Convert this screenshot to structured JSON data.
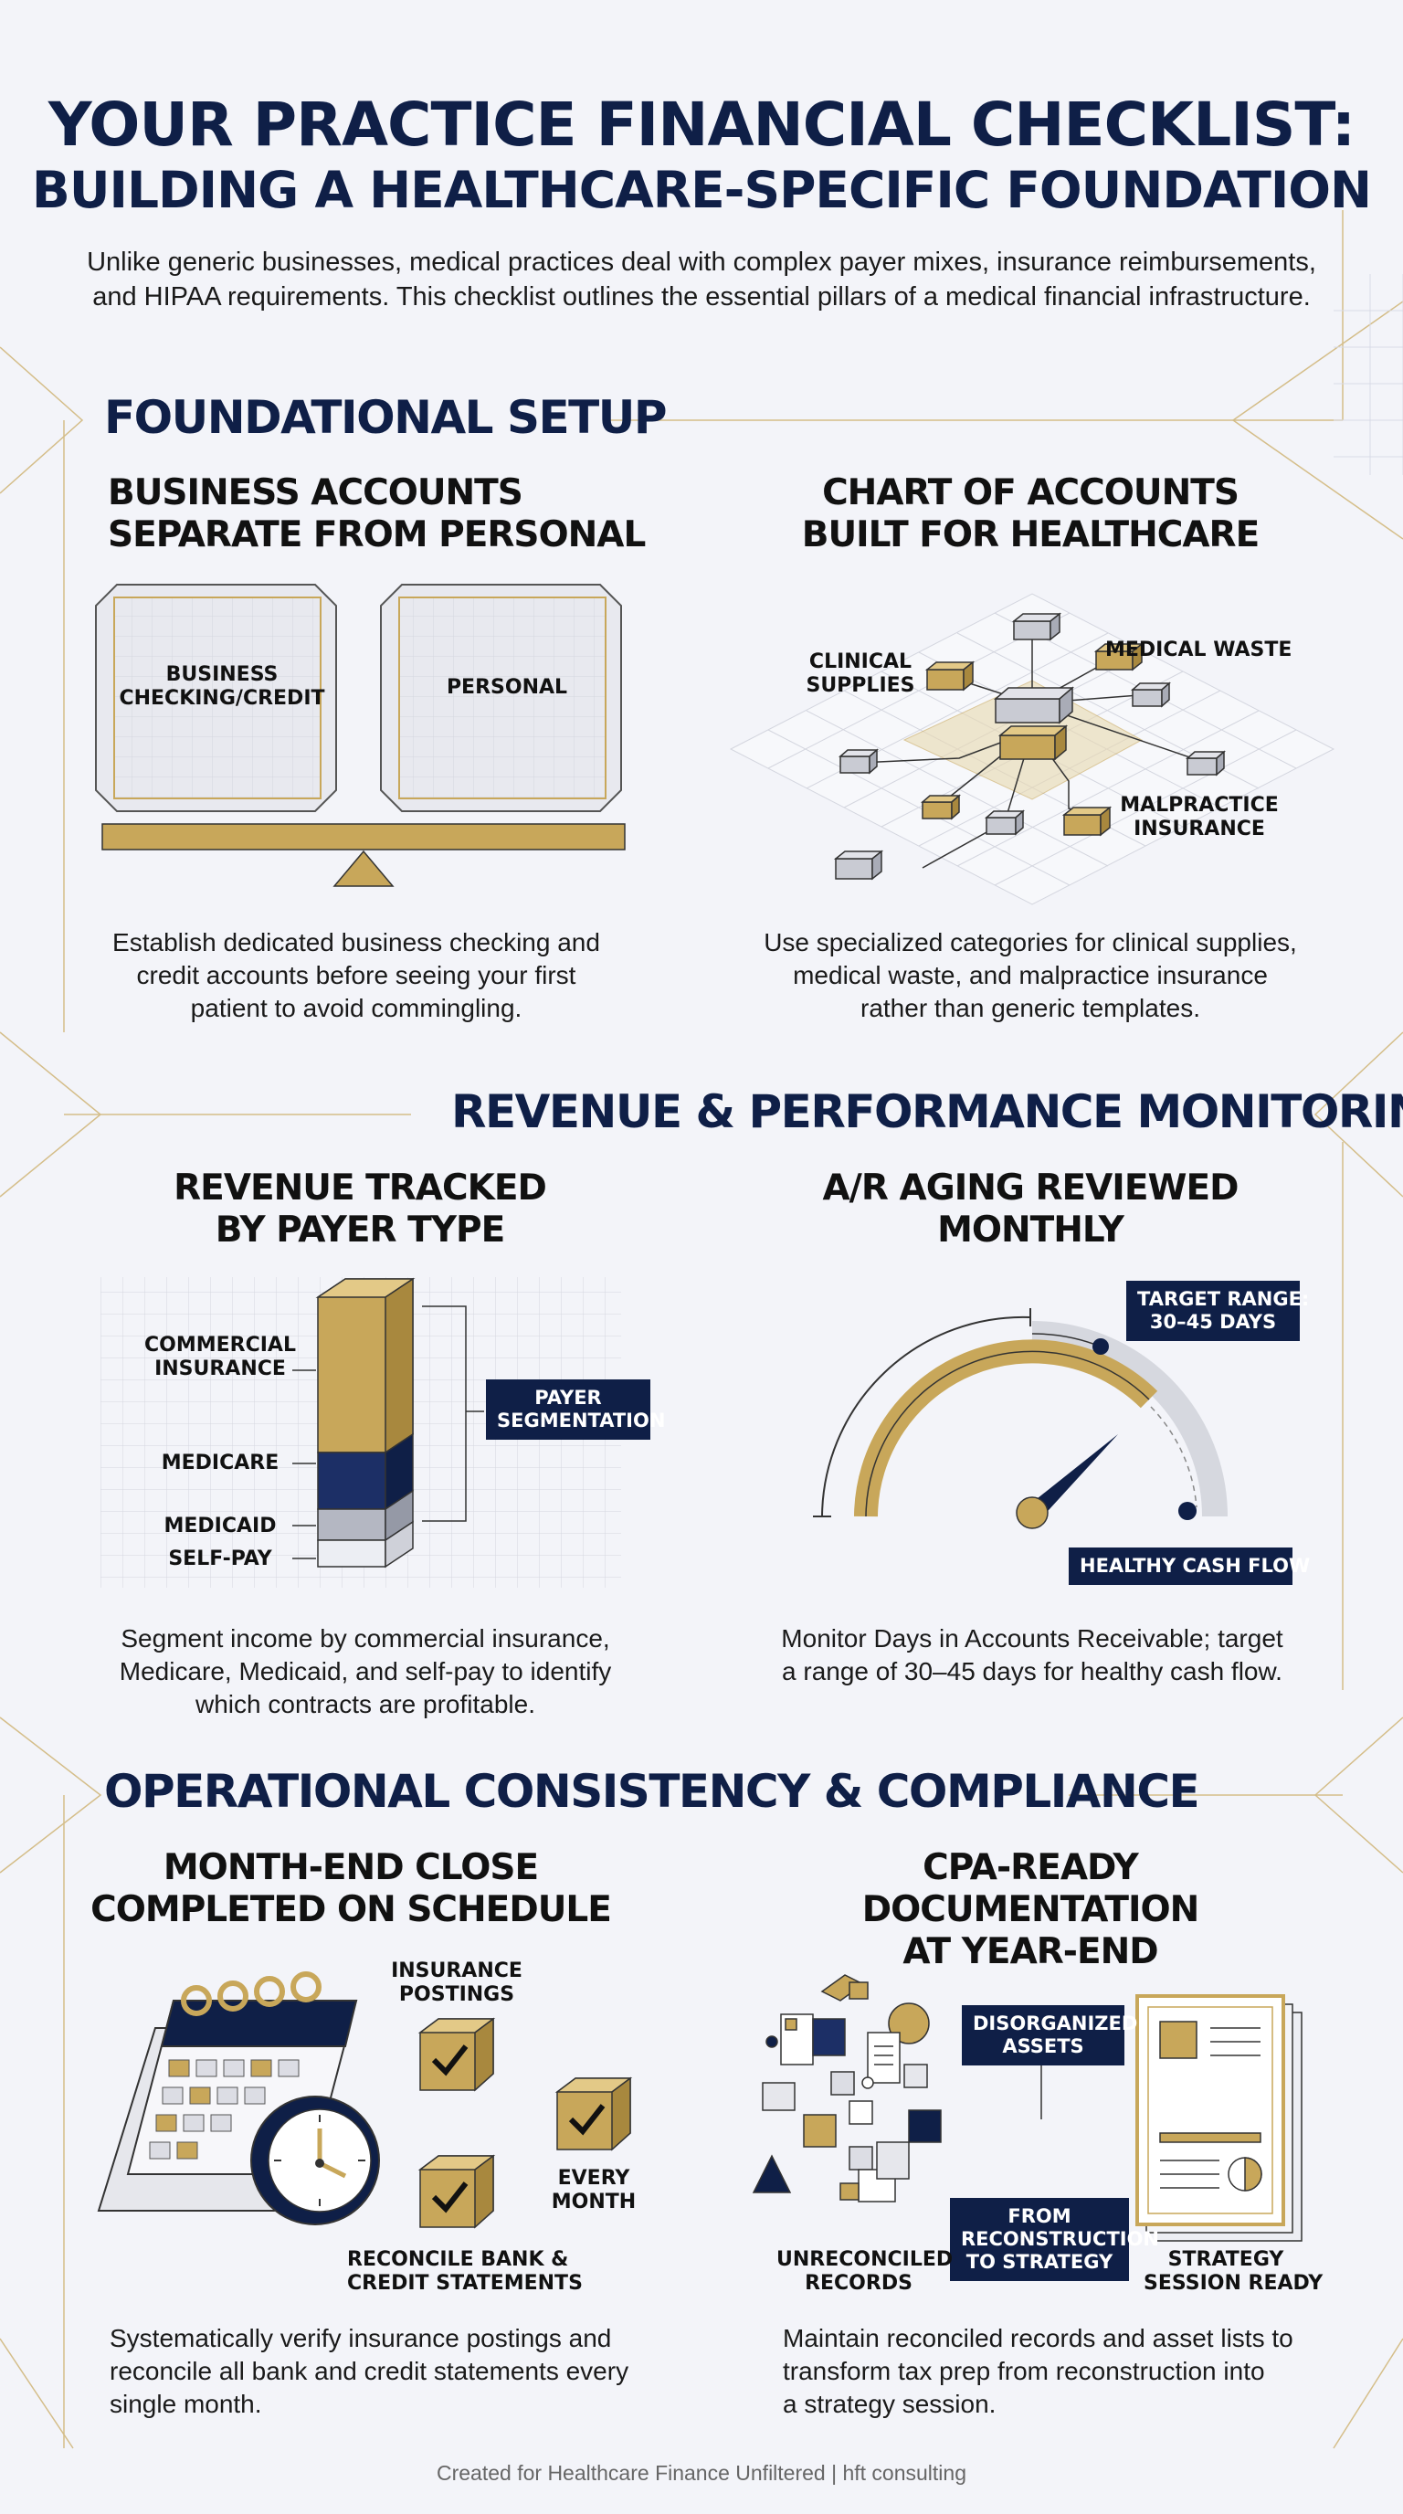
{
  "header": {
    "title_line1": "YOUR PRACTICE FINANCIAL CHECKLIST:",
    "title_line2": "BUILDING A HEALTHCARE-SPECIFIC FOUNDATION",
    "intro_line1": "Unlike generic businesses, medical practices deal with complex payer mixes, insurance reimbursements,",
    "intro_line2": "and HIPAA requirements. This checklist outlines the essential pillars of a medical financial infrastructure."
  },
  "sections": {
    "foundational": {
      "heading": "FOUNDATIONAL SETUP",
      "card1": {
        "title_line1": "BUSINESS ACCOUNTS",
        "title_line2": "SEPARATE FROM PERSONAL",
        "box_left_line1": "BUSINESS",
        "box_left_line2": "CHECKING/CREDIT",
        "box_right": "PERSONAL",
        "body_line1": "Establish dedicated business checking and",
        "body_line2": "credit accounts before seeing your first",
        "body_line3": "patient to avoid commingling."
      },
      "card2": {
        "title_line1": "CHART OF ACCOUNTS",
        "title_line2": "BUILT FOR HEALTHCARE",
        "label_clinical_line1": "CLINICAL",
        "label_clinical_line2": "SUPPLIES",
        "label_waste": "MEDICAL WASTE",
        "label_malpractice_line1": "MALPRACTICE",
        "label_malpractice_line2": "INSURANCE",
        "body_line1": "Use specialized categories for clinical supplies,",
        "body_line2": "medical waste, and malpractice insurance",
        "body_line3": "rather than generic templates."
      }
    },
    "revenue": {
      "heading": "REVENUE & PERFORMANCE MONITORING",
      "card1": {
        "title_line1": "REVENUE TRACKED",
        "title_line2": "BY PAYER TYPE",
        "label_commercial_line1": "COMMERCIAL",
        "label_commercial_line2": "INSURANCE",
        "label_medicare": "MEDICARE",
        "label_medicaid": "MEDICAID",
        "label_selfpay": "SELF-PAY",
        "tag_line1": "PAYER",
        "tag_line2": "SEGMENTATION",
        "body_line1": "Segment income by commercial insurance,",
        "body_line2": "Medicare, Medicaid, and self-pay to identify",
        "body_line3": "which contracts are profitable."
      },
      "card2": {
        "title_line1": "A/R AGING REVIEWED",
        "title_line2": "MONTHLY",
        "tag_target_line1": "TARGET RANGE:",
        "tag_target_line2": "30–45 DAYS",
        "tag_healthy": "HEALTHY CASH FLOW",
        "body_line1": "Monitor Days in Accounts Receivable; target",
        "body_line2": "a range of 30–45 days for healthy cash flow."
      }
    },
    "operational": {
      "heading": "OPERATIONAL CONSISTENCY & COMPLIANCE",
      "card1": {
        "title_line1": "MONTH-END CLOSE",
        "title_line2": "COMPLETED ON SCHEDULE",
        "label_insurance_line1": "INSURANCE",
        "label_insurance_line2": "POSTINGS",
        "label_every_line1": "EVERY",
        "label_every_line2": "MONTH",
        "label_reconcile_line1": "RECONCILE BANK &",
        "label_reconcile_line2": "CREDIT STATEMENTS",
        "body_line1": "Systematically verify insurance postings and",
        "body_line2": "reconcile all bank and credit statements every",
        "body_line3": "single month."
      },
      "card2": {
        "title_line1": "CPA-READY DOCUMENTATION",
        "title_line2": "AT YEAR-END",
        "tag_disorganized_line1": "DISORGANIZED",
        "tag_disorganized_line2": "ASSETS",
        "tag_from_line1": "FROM",
        "tag_from_line2": "RECONSTRUCTION",
        "tag_from_line3": "TO STRATEGY",
        "label_unreconciled_line1": "UNRECONCILED",
        "label_unreconciled_line2": "RECORDS",
        "label_strategy_line1": "STRATEGY",
        "label_strategy_line2": "SESSION READY",
        "body_line1": "Maintain reconciled records and asset lists to",
        "body_line2": "transform tax prep from reconstruction into",
        "body_line3": "a strategy session."
      }
    }
  },
  "footer": {
    "text": "Created for Healthcare Finance Unfiltered | hft consulting"
  },
  "colors": {
    "navy": "#0f1f47",
    "gold": "#c8a75a",
    "grey": "#c9cbd3",
    "background": "#f3f4f9"
  },
  "icons": [
    "scale-icon",
    "isometric-network-icon",
    "stacked-bar-icon",
    "gauge-icon",
    "calendar-icon",
    "clock-icon",
    "checkbox-cube-icon",
    "document-icon",
    "scattered-assets-icon"
  ]
}
